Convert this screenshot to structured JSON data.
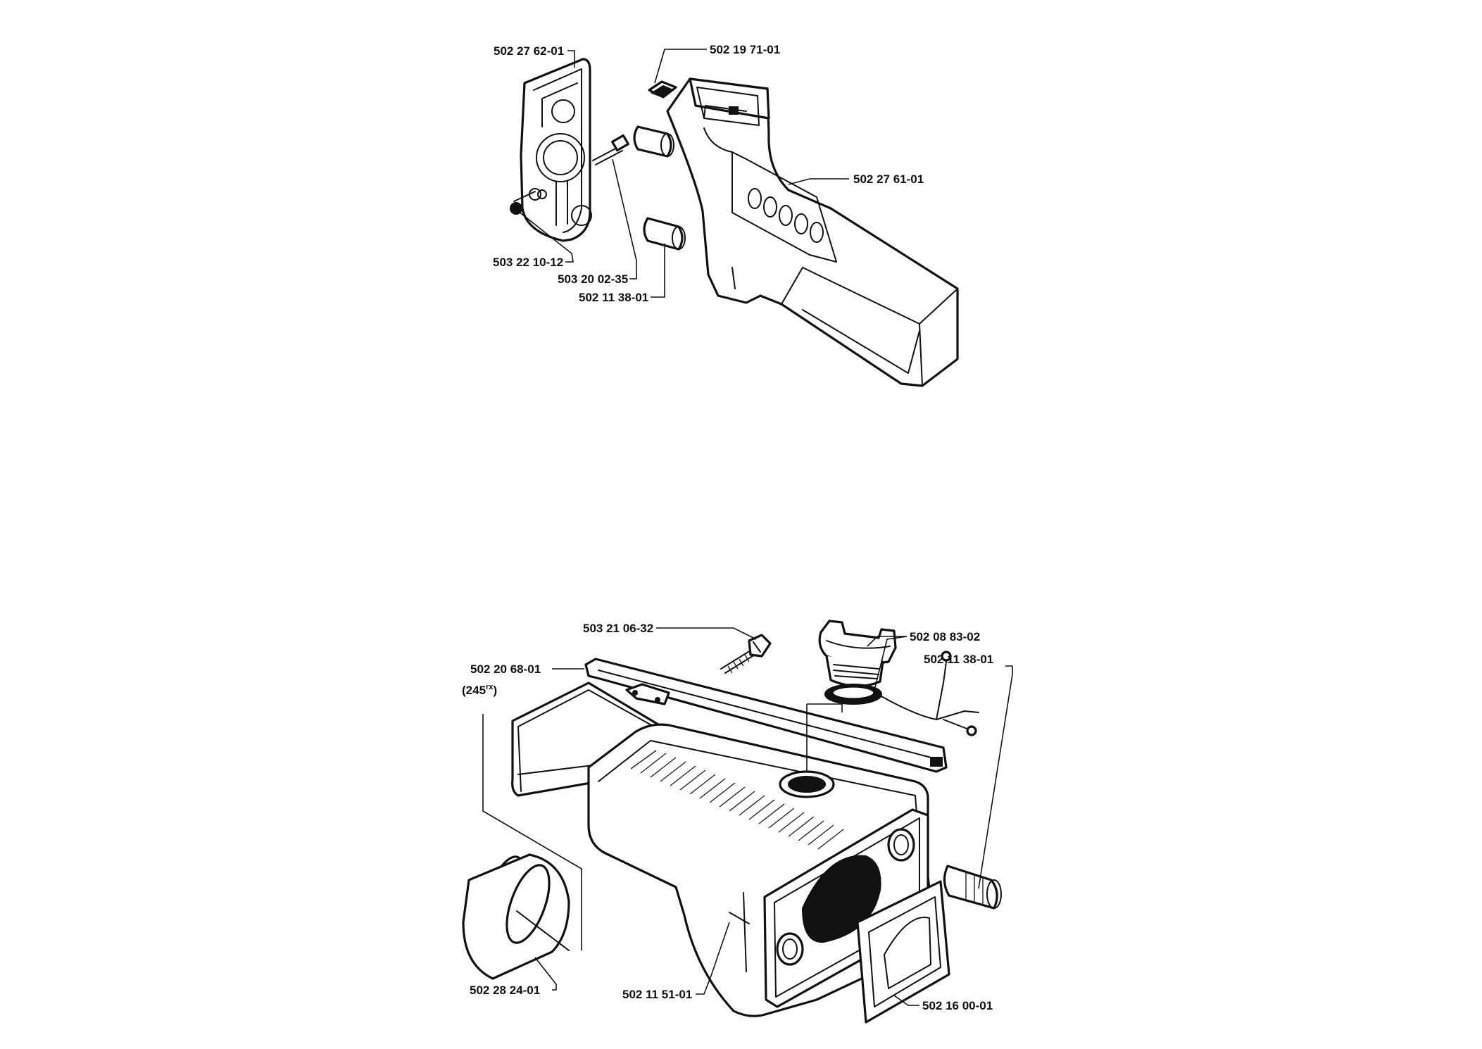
{
  "colors": {
    "ink": "#111111",
    "paper": "#ffffff"
  },
  "top_assembly": {
    "labels": {
      "end_cap": "502 27 62-01",
      "nut": "502 19 71-01",
      "handle_housing": "502 27 61-01",
      "nuts": "503 22 10-12",
      "screw": "503 20 02-35",
      "rubber_plug": "502 11 38-01"
    }
  },
  "bottom_assembly": {
    "labels": {
      "screw": "503 21 06-32",
      "fuel_cap": "502 08 83-02",
      "bracket_strip": "502 20 68-01",
      "model_note": "(245",
      "model_note_sup": "rx",
      "model_note_close": ")",
      "rubber_plug": "502 11 38-01",
      "fuel_tank": "502 11 51-01",
      "ring": "502 28 24-01",
      "gasket": "502 16 00-01"
    }
  }
}
